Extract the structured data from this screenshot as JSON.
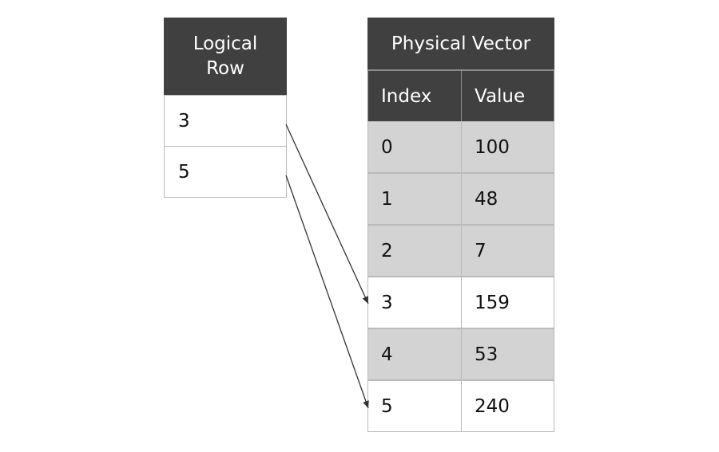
{
  "logical": {
    "header": "Logical\nRow",
    "rows": [
      "3",
      "5"
    ]
  },
  "physical": {
    "title": "Physical Vector",
    "columns": [
      "Index",
      "Value"
    ],
    "rows": [
      {
        "index": "0",
        "value": "100",
        "selected": false
      },
      {
        "index": "1",
        "value": "48",
        "selected": false
      },
      {
        "index": "2",
        "value": "7",
        "selected": false
      },
      {
        "index": "3",
        "value": "159",
        "selected": true
      },
      {
        "index": "4",
        "value": "53",
        "selected": false
      },
      {
        "index": "5",
        "value": "240",
        "selected": true
      }
    ]
  },
  "colors": {
    "header_bg": "#404040",
    "unselected_bg": "#d3d3d3",
    "selected_bg": "#ffffff",
    "arrow": "#333333"
  }
}
